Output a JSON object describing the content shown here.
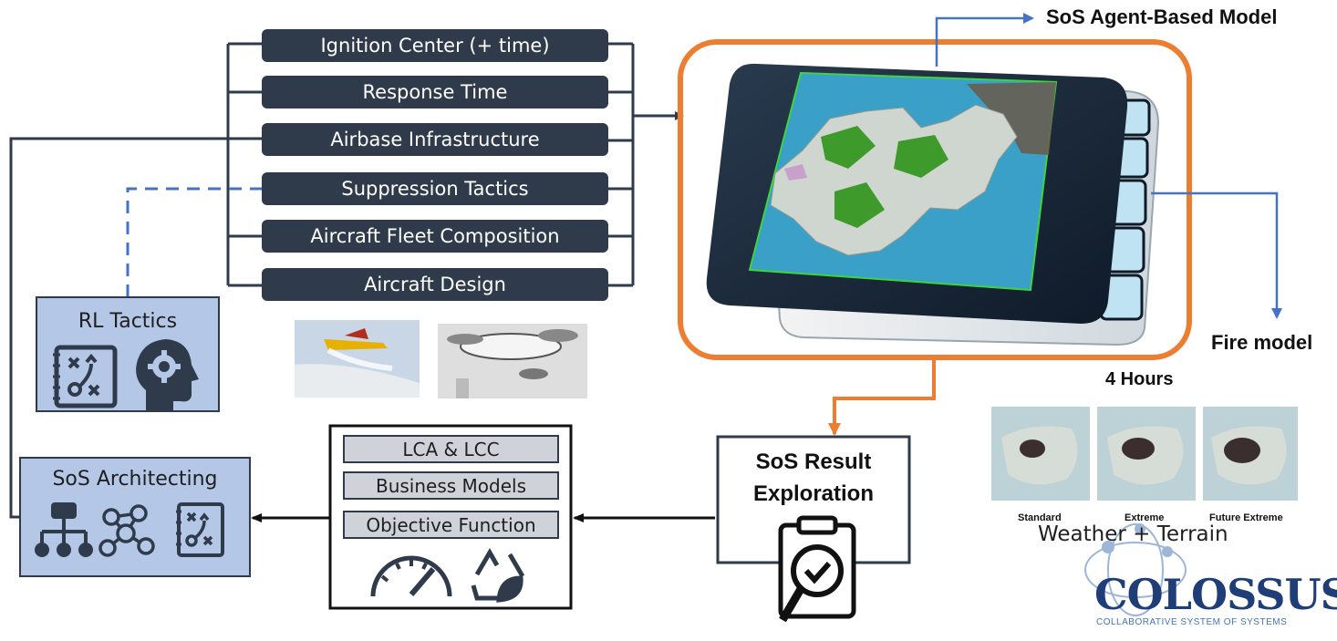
{
  "parameters": [
    "Ignition Center (+ time)",
    "Response Time",
    "Airbase Infrastructure",
    "Suppression Tactics",
    "Aircraft Fleet Composition",
    "Aircraft Design"
  ],
  "sos_agent_model": "SoS Agent-Based Model",
  "fire_model": "Fire model",
  "hours": "4 Hours",
  "scenarios": [
    "Standard",
    "Extreme",
    "Future Extreme"
  ],
  "weather_terrain": "Weather + Terrain",
  "rl_tactics": "RL Tactics",
  "sos_architecting": "SoS Architecting",
  "objective_modules": [
    "LCA & LCC",
    "Business Models",
    "Objective Function"
  ],
  "result_exploration": {
    "line1": "SoS Result",
    "line2": "Exploration"
  },
  "logo": {
    "name": "COLOSSUS",
    "tagline": "COLLABORATIVE SYSTEM OF SYSTEMS"
  },
  "colors": {
    "navy": "#2f3b4b",
    "orange": "#ed7d31",
    "blue": "#4472c4",
    "light_blue": "#b4c7e7",
    "module_gray": "#cfd3d9"
  },
  "icons": [
    "strategy-icon",
    "brain-gear-icon",
    "hierarchy-icon",
    "network-icon",
    "gauge-icon",
    "recycle-leaf-icon",
    "clipboard-search-icon",
    "water-bomber-aircraft",
    "drone-aircraft"
  ]
}
